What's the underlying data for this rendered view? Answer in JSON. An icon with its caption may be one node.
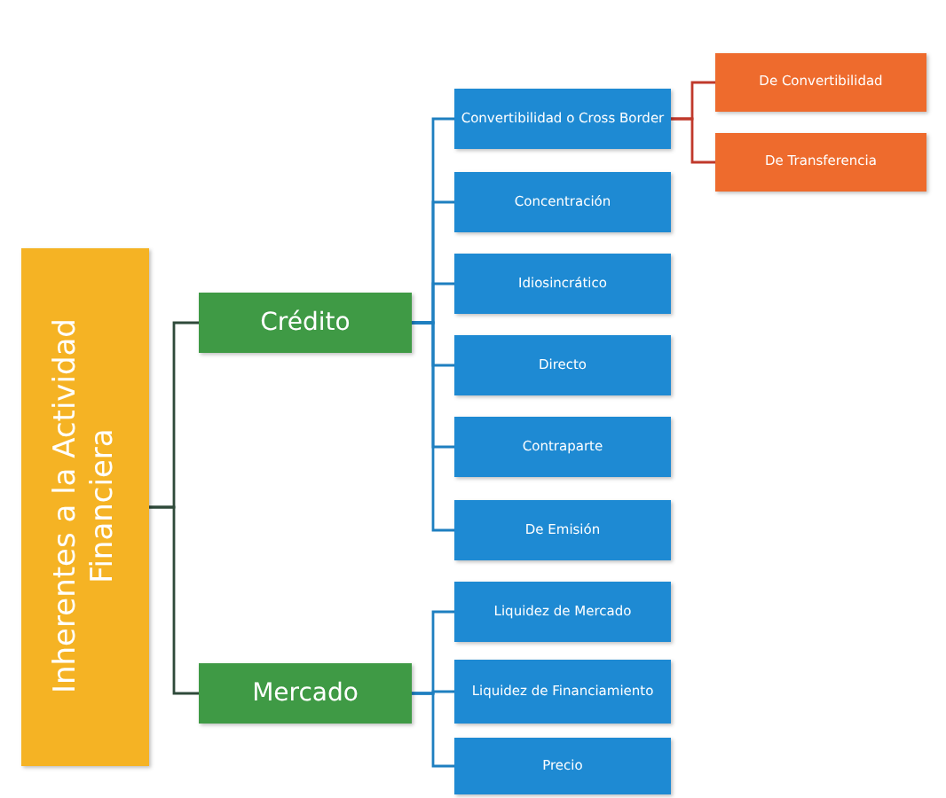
{
  "diagram": {
    "nodes": [
      {
        "text": [
          "Inherentes a la Actividad Financiera"
        ]
      },
      {
        "text": [
          "Crédito"
        ]
      },
      {
        "text": [
          "Convertibilidad o Cross Border"
        ]
      },
      {
        "text": [
          "De Convertibilidad"
        ]
      },
      {
        "text": [
          "De Transferencia"
        ]
      },
      {
        "text": [
          "Concentración"
        ]
      },
      {
        "text": [
          "Idiosincrático"
        ]
      },
      {
        "text": [
          "Directo"
        ]
      },
      {
        "text": [
          "Contraparte"
        ]
      },
      {
        "text": [
          "De Emisión"
        ]
      },
      {
        "text": [
          "Mercado"
        ]
      },
      {
        "text": [
          "Liquidez de Mercado"
        ]
      },
      {
        "text": [
          "Liquidez de Financiamiento"
        ]
      },
      {
        "text": [
          "Precio"
        ]
      }
    ],
    "edges": [
      {
        "from": 0,
        "to": 1,
        "arrow": "none",
        "color": "#2f4a3a"
      },
      {
        "from": 0,
        "to": 10,
        "arrow": "none",
        "color": "#2f4a3a"
      },
      {
        "from": 1,
        "to": 2,
        "arrow": "none"
      },
      {
        "from": 1,
        "to": 5,
        "arrow": "none"
      },
      {
        "from": 1,
        "to": 6,
        "arrow": "none"
      },
      {
        "from": 1,
        "to": 7,
        "arrow": "none"
      },
      {
        "from": 1,
        "to": 8,
        "arrow": "none"
      },
      {
        "from": 1,
        "to": 9,
        "arrow": "none"
      },
      {
        "from": 2,
        "to": 3,
        "arrow": "none",
        "color": "#c0392b"
      },
      {
        "from": 2,
        "to": 4,
        "arrow": "none",
        "color": "#c0392b"
      },
      {
        "from": 10,
        "to": 11,
        "arrow": "none"
      },
      {
        "from": 10,
        "to": 12,
        "arrow": "none"
      },
      {
        "from": 10,
        "to": 13,
        "arrow": "none"
      }
    ]
  }
}
